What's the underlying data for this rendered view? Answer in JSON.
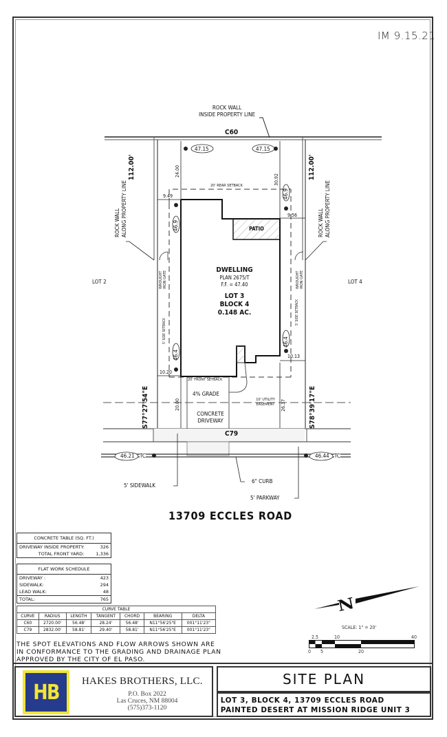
{
  "annotation": {
    "initials_date": "IM 9.15.21"
  },
  "plan": {
    "rear_curve": "C60",
    "front_curve": "C79",
    "rock_wall_top": [
      "ROCK WALL",
      "INSIDE PROPERTY LINE"
    ],
    "rock_wall_left": [
      "ROCK WALL",
      "ALONG PROPERTY LINE"
    ],
    "rock_wall_right": [
      "ROCK WALL",
      "ALONG PROPERTY LINE"
    ],
    "lot_depth_left": "112.00'",
    "lot_depth_right": "112.00'",
    "bearing_left": "S77°27'54\"E",
    "bearing_right": "S78°39'17\"E",
    "spot_elevations": {
      "rear_left": "47.15",
      "rear_right": "47.15",
      "side_left_upper": "46.9",
      "side_right_upper": "46.9",
      "side_left_lower": "46.4",
      "side_right_lower": "46.4",
      "tc_left": "46.21",
      "tc_right": "46.44",
      "tc_label": "TC"
    },
    "dimensions": {
      "rear_left": "24.00",
      "rear_right": "30.92",
      "side_left_upper": "9.49",
      "side_right_upper": "9.56",
      "side_left_lower": "10.20",
      "side_right_lower": "10.13",
      "front_left": "20.00",
      "front_right": "26.37"
    },
    "rear_setback": "20' REAR SETBACK",
    "front_setback": "20' FRONT SETBACK",
    "side_setback": "5' SIDE SETBACK",
    "patio": "PATIO",
    "dwelling": {
      "title": "DWELLING",
      "plan": "PLAN 2675/T",
      "ff": "F.F. = 47.40",
      "lot": "LOT 3",
      "block": "BLOCK 4",
      "acreage": "0.148 AC."
    },
    "gate_left": [
      "WROUGHT",
      "IRON GATE"
    ],
    "gate_right": [
      "WROUGHT",
      "IRON GATE"
    ],
    "lot_left": "LOT 2",
    "lot_right": "LOT 4",
    "grade": "4% GRADE",
    "driveway": [
      "CONCRETE",
      "DRIVEWAY"
    ],
    "easement": [
      "10' UTILITY",
      "EASEMENT"
    ],
    "sidewalk": "5' SIDEWALK",
    "curb": "6\" CURB",
    "parkway": "5' PARKWAY",
    "street": "13709 ECCLES ROAD"
  },
  "concrete_table": {
    "title": "CONCRETE TABLE (SQ. FT.)",
    "rows": [
      {
        "label": "DRIVEWAY INSIDE PROPERTY:",
        "value": "326"
      },
      {
        "label": "TOTAL FRONT YARD:",
        "value": "1,336"
      }
    ]
  },
  "flat_work": {
    "title": "FLAT WORK SCHEDULE",
    "rows": [
      {
        "label": "DRIVEWAY :",
        "value": "423"
      },
      {
        "label": "SIDEWALK:",
        "value": "294"
      },
      {
        "label": "LEAD WALK:",
        "value": "48"
      }
    ],
    "total_label": "TOTAL:",
    "total_value": "765"
  },
  "curve_table": {
    "title": "CURVE TABLE",
    "headers": [
      "CURVE",
      "RADIUS",
      "LENGTH",
      "TANGENT",
      "CHORD",
      "BEARING",
      "DELTA"
    ],
    "rows": [
      [
        "C60",
        "2720.00'",
        "56.48'",
        "28.24'",
        "56.48'",
        "N11°56'25\"E",
        "001°11'23\""
      ],
      [
        "C79",
        "2832.00'",
        "58.81'",
        "29.40'",
        "58.81'",
        "N11°56'25\"E",
        "001°11'23\""
      ]
    ]
  },
  "note": "THE SPOT ELEVATIONS AND FLOW ARROWS SHOWN ARE IN CONFORMANCE TO THE GRADING AND DRAINAGE PLAN APPROVED BY THE CITY OF EL PASO.",
  "north_arrow": {
    "label": "N"
  },
  "scale": {
    "label": "SCALE:  1\" = 20'",
    "top_ticks": [
      "2.5",
      "10",
      "40"
    ],
    "bottom_ticks": [
      "0",
      "5",
      "20"
    ]
  },
  "title_block": {
    "logo": "HB",
    "company": "HAKES BROTHERS, LLC.",
    "address": [
      "P.O. Box 2022",
      "Las Cruces, NM  88004",
      "(575)373-1120"
    ],
    "sheet_title": "SITE PLAN",
    "subtitle_1": "LOT 3, BLOCK 4, 13709 ECCLES ROAD",
    "subtitle_2": "PAINTED DESERT AT MISSION RIDGE UNIT 3"
  },
  "colors": {
    "logo_yellow": "#f3e535",
    "logo_blue": "#263b8c",
    "line": "#111111"
  }
}
